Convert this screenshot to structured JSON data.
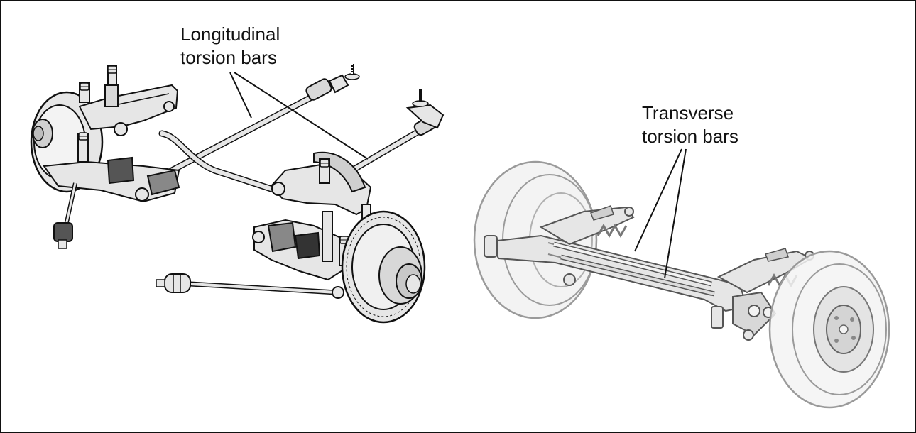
{
  "labels": {
    "longitudinal": {
      "line1": "Longitudinal",
      "line2": "torsion bars"
    },
    "transverse": {
      "line1": "Transverse",
      "line2": "torsion bars"
    }
  },
  "colors": {
    "ink": "#111111",
    "part_light": "#e6e6e6",
    "part_mid": "#bdbdbd",
    "part_dark": "#555555",
    "wheel_ghost": "#d4d4d4"
  }
}
